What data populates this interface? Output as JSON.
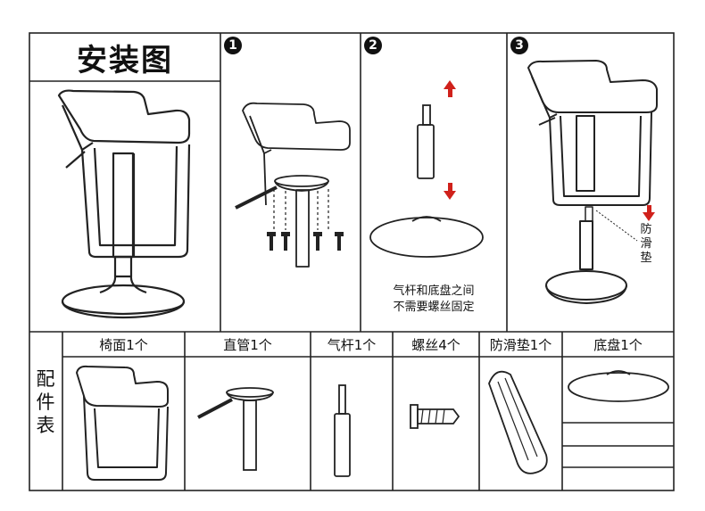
{
  "title": "安装图",
  "steps": [
    {
      "number": "1"
    },
    {
      "number": "2",
      "note_line1": "气杆和底盘之间",
      "note_line2": "不需要螺丝固定"
    },
    {
      "number": "3",
      "side_label": [
        "防",
        "滑",
        "垫"
      ]
    }
  ],
  "parts_table": {
    "row_label": [
      "配",
      "件",
      "表"
    ],
    "headers": [
      "椅面1个",
      "直管1个",
      "气杆1个",
      "螺丝4个",
      "防滑垫1个",
      "底盘1个"
    ]
  },
  "colors": {
    "line": "#222222",
    "arrow": "#d0211b"
  }
}
